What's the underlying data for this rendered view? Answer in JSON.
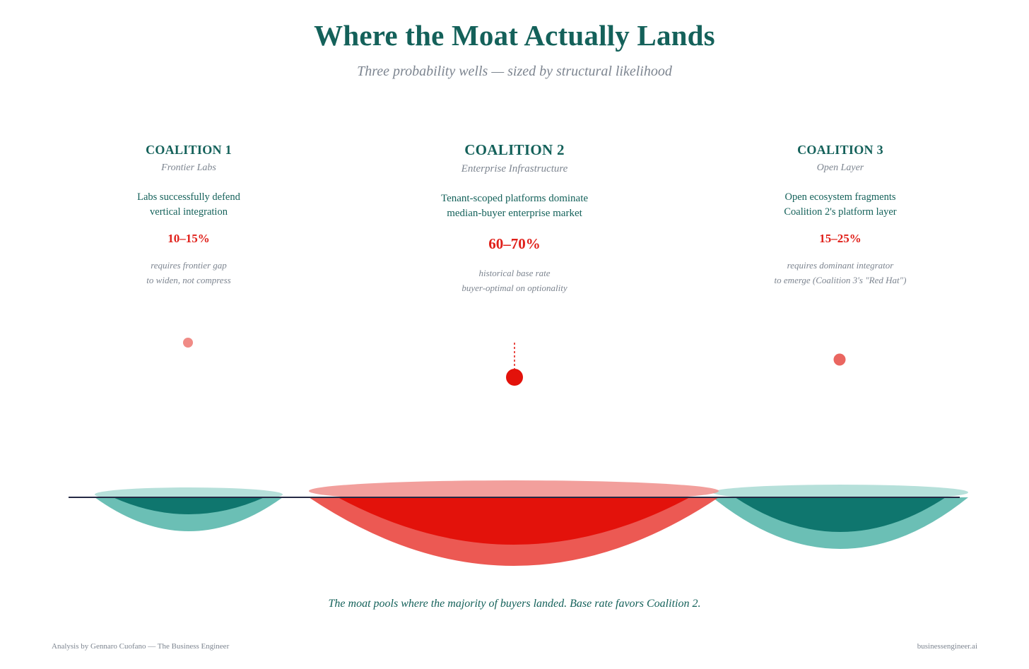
{
  "title": "Where the Moat Actually Lands",
  "subtitle": "Three probability wells — sized by structural likelihood",
  "coalitions": [
    {
      "name": "COALITION 1",
      "subtitle": "Frontier Labs",
      "desc_line1": "Labs successfully defend",
      "desc_line2": "vertical integration",
      "probability": "10–15%",
      "note_line1": "requires frontier gap",
      "note_line2": "to widen, not compress",
      "color": "#14776d"
    },
    {
      "name": "COALITION 2",
      "subtitle": "Enterprise Infrastructure",
      "desc_line1": "Tenant-scoped platforms dominate",
      "desc_line2": "median-buyer enterprise market",
      "probability": "60–70%",
      "note_line1": "historical base rate",
      "note_line2": "buyer-optimal on optionality",
      "color": "#e3120b"
    },
    {
      "name": "COALITION 3",
      "subtitle": "Open Layer",
      "desc_line1": "Open ecosystem fragments",
      "desc_line2": "Coalition 2's platform layer",
      "probability": "15–25%",
      "note_line1": "requires dominant integrator",
      "note_line2": "to emerge (Coalition 3's \"Red Hat\")",
      "color": "#14776d"
    }
  ],
  "colors": {
    "teal_dark": "#0f766e",
    "teal_mid": "#5bb8ad",
    "teal_light": "#a9dad3",
    "red_core": "#e3120b",
    "red_mid": "#e9423b",
    "red_light": "#f19591",
    "baseline": "#262a45",
    "accent_text": "#14615a",
    "muted_text": "#7d8590"
  },
  "caption": "The moat pools where the majority of buyers landed. Base rate favors Coalition 2.",
  "footer_left": "Analysis by Gennaro Cuofano — The Business Engineer",
  "footer_right": "businessengineer.ai"
}
